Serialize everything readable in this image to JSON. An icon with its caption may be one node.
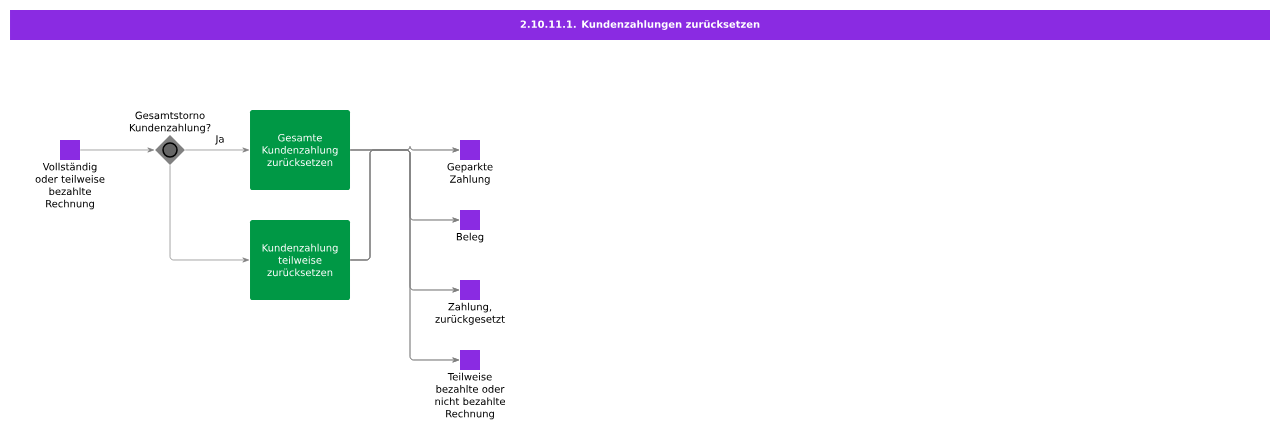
{
  "diagram": {
    "title": "2.10.11.1. Kundenzahlungen zurücksetzen",
    "nodes": [
      {
        "text": [
          "Vollständig oder teilweise bezahlte Rechnung"
        ]
      },
      {
        "text": [
          "Gesamtstorno Kundenzahlung?"
        ]
      },
      {
        "text": [
          "Gesamte Kundenzahlung zurücksetzen"
        ]
      },
      {
        "text": [
          "Kundenzahlung teilweise zurücksetzen"
        ]
      },
      {
        "text": [
          "Geparkte Zahlung"
        ]
      },
      {
        "text": [
          "Beleg"
        ]
      },
      {
        "text": [
          "Zahlung, zurückgesetzt"
        ]
      },
      {
        "text": [
          "Teilweise bezahlte oder nicht bezahlte Rechnung"
        ]
      }
    ],
    "edges": [
      {
        "from": 0,
        "to": 1,
        "arrow": "to"
      },
      {
        "from": 1,
        "to": 2,
        "arrow": "to",
        "label": "Ja"
      },
      {
        "from": 1,
        "to": 3,
        "arrow": "to"
      },
      {
        "from": 2,
        "to": 4,
        "arrow": "to"
      },
      {
        "from": 2,
        "to": 5,
        "arrow": "to"
      },
      {
        "from": 2,
        "to": 6,
        "arrow": "to"
      },
      {
        "from": 2,
        "to": 7,
        "arrow": "to"
      },
      {
        "from": 3,
        "to": 4,
        "arrow": "to"
      },
      {
        "from": 3,
        "to": 5,
        "arrow": "to"
      },
      {
        "from": 3,
        "to": 6,
        "arrow": "to"
      },
      {
        "from": 3,
        "to": 7,
        "arrow": "to"
      }
    ]
  }
}
